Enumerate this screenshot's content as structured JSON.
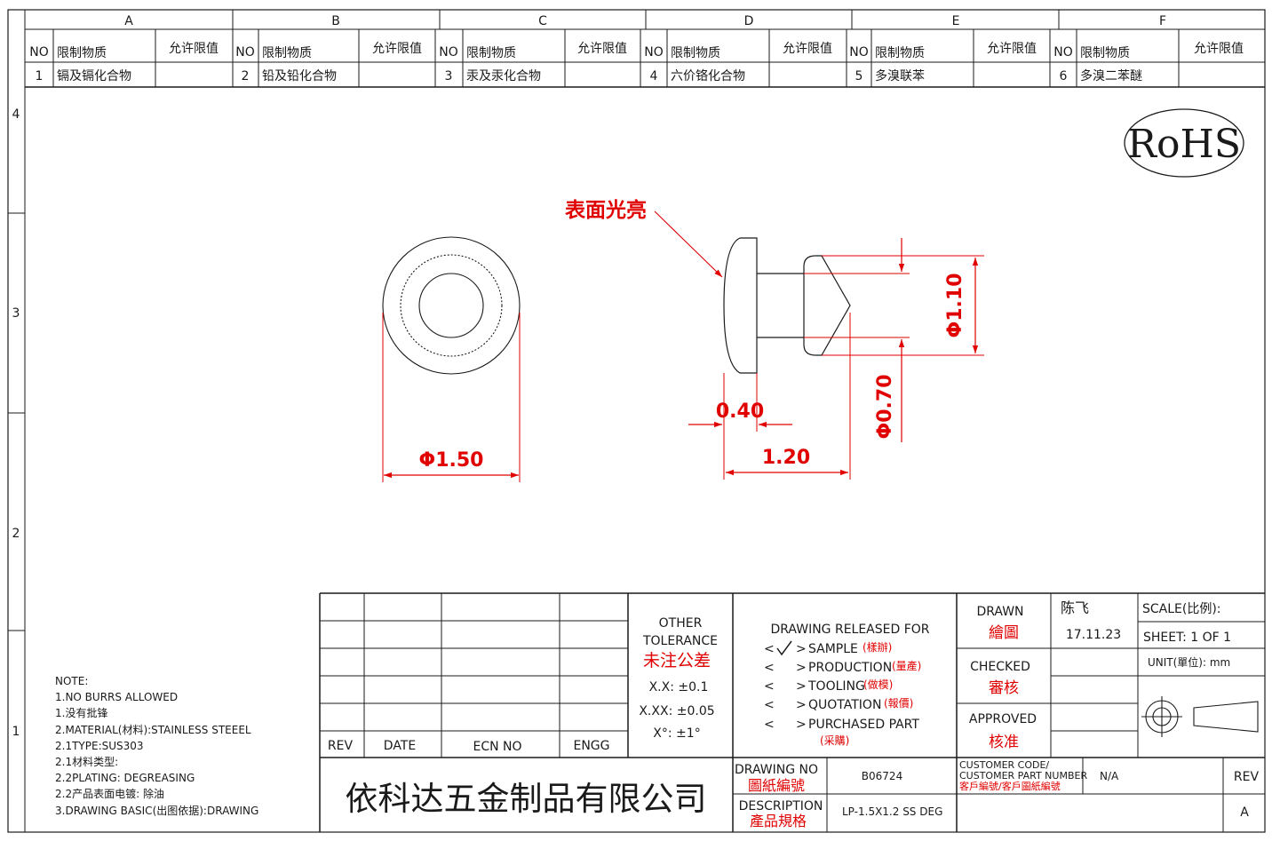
{
  "zones": {
    "columns": [
      "A",
      "B",
      "C",
      "D",
      "E",
      "F"
    ],
    "rows": [
      "4",
      "3",
      "2",
      "1"
    ]
  },
  "restricted_substances": {
    "headers": {
      "no": "NO",
      "substance": "限制物质",
      "limit": "允许限值"
    },
    "items": [
      {
        "no": "1",
        "substance": "镉及镉化合物",
        "limit": ""
      },
      {
        "no": "2",
        "substance": "铅及铅化合物",
        "limit": ""
      },
      {
        "no": "3",
        "substance": "汞及汞化合物",
        "limit": ""
      },
      {
        "no": "4",
        "substance": "六价铬化合物",
        "limit": ""
      },
      {
        "no": "5",
        "substance": "多溴联苯",
        "limit": ""
      },
      {
        "no": "6",
        "substance": "多溴二苯醚",
        "limit": ""
      }
    ]
  },
  "rohs_mark": "RoHS",
  "drawing": {
    "surface_note": "表面光亮",
    "dims": {
      "d150": "Φ1.50",
      "d110": "Φ1.10",
      "d070": "Φ0.70",
      "l040": "0.40",
      "l120": "1.20"
    }
  },
  "notes": [
    "NOTE:",
    "1.NO BURRS ALLOWED",
    "1.没有批锋",
    "2.MATERIAL(材料):STAINLESS STEEEL",
    "2.1TYPE:SUS303",
    "2.1材料类型:",
    "2.2PLATING: DEGREASING",
    "2.2产品表面电镀: 除油",
    "3.DRAWING BASIC(出图依据):DRAWING"
  ],
  "revision_table": {
    "headers": [
      "REV",
      "DATE",
      "ECN NO",
      "ENGG"
    ]
  },
  "tolerance": {
    "title1": "OTHER",
    "title2": "TOLERANCE",
    "title_cn": "未注公差",
    "xx": "X.X: ±0.1",
    "xxx": "X.XX: ±0.05",
    "deg": "X°: ±1°"
  },
  "release": {
    "title": "DRAWING RELEASED FOR",
    "options": [
      {
        "en": "SAMPLE",
        "cn": "(樣辦)",
        "checked": true
      },
      {
        "en": "PRODUCTION",
        "cn": "(量產)",
        "checked": false
      },
      {
        "en": "TOOLING",
        "cn": "(做模)",
        "checked": false
      },
      {
        "en": "QUOTATION",
        "cn": "(報價)",
        "checked": false
      },
      {
        "en": "PURCHASED PART",
        "cn": "(采購)",
        "checked": false
      }
    ]
  },
  "title_block": {
    "drawn_en": "DRAWN",
    "drawn_cn": "繪圖",
    "drawn_by": "陈飞",
    "drawn_date": "17.11.23",
    "checked_en": "CHECKED",
    "checked_cn": "審核",
    "approved_en": "APPROVED",
    "approved_cn": "核准",
    "scale": "SCALE(比例):",
    "sheet": "SHEET:  1 OF 1",
    "unit": "UNIT(單位): mm",
    "company": "依科达五金制品有限公司",
    "drawing_no_en": "DRAWING NO",
    "drawing_no_cn": "圖紙編號",
    "drawing_no": "B06724",
    "customer_code_en1": "CUSTOMER CODE/",
    "customer_code_en2": "CUSTOMER PART NUMBER",
    "customer_code_cn": "客戶編號/客戶圖紙編號",
    "customer_code": "N/A",
    "rev_label": "REV",
    "rev": "A",
    "description_en": "DESCRIPTION",
    "description_cn": "產品規格",
    "description": "LP-1.5X1.2 SS DEG"
  },
  "colors": {
    "line": "#1a1a1a",
    "dimension": "#e10000"
  }
}
